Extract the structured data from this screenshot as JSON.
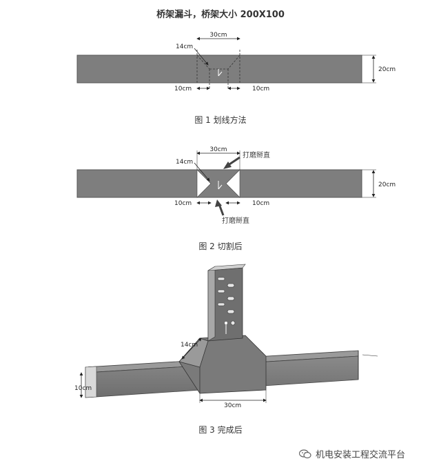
{
  "title": "桥架漏斗，桥架大小 200X100",
  "fig1": {
    "caption": "图 1  划线方法",
    "dim_top": "30cm",
    "dim_diag": "14cm",
    "dim_left": "10cm",
    "dim_right": "10cm",
    "dim_height": "20cm"
  },
  "fig2": {
    "caption": "图 2  切割后",
    "dim_top": "30cm",
    "dim_diag": "14cm",
    "dim_left": "10cm",
    "dim_right": "10cm",
    "dim_height": "20cm",
    "callout_top": "打磨掰直",
    "callout_bottom": "打磨掰直"
  },
  "fig3": {
    "caption": "图 3  完成后",
    "dim_diag": "14cm",
    "dim_height": "10cm",
    "dim_width": "30cm"
  },
  "watermark": {
    "text": "机电安装工程交流平台",
    "icon": "wechat-icon"
  }
}
